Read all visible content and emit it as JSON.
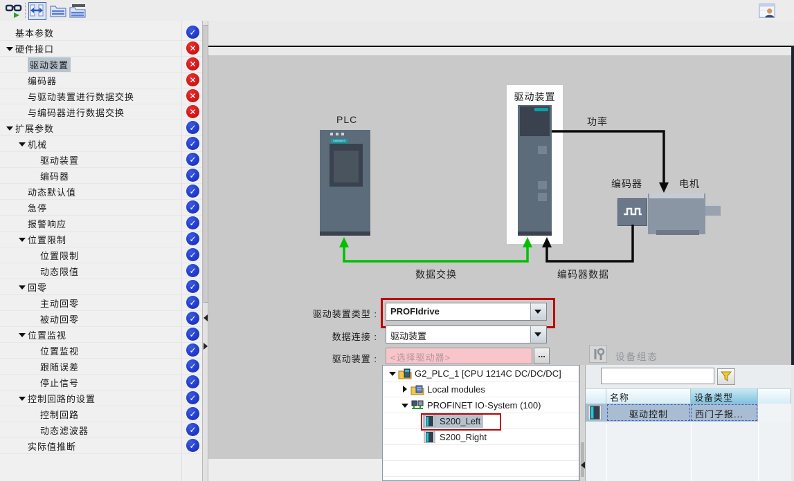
{
  "toolbar": {
    "icons": [
      "monitoring-glasses-icon",
      "split-view-icon",
      "open-folder-icon",
      "open-all-folder-icon"
    ],
    "user_icon": "user-window-icon"
  },
  "sidebar": {
    "items": [
      {
        "label": "基本参数",
        "level": 0,
        "arrow": null,
        "status": "ok",
        "selected": false
      },
      {
        "label": "硬件接口",
        "level": 0,
        "arrow": "down",
        "status": "error",
        "selected": false
      },
      {
        "label": "驱动装置",
        "level": 1,
        "arrow": null,
        "status": "error",
        "selected": true
      },
      {
        "label": "编码器",
        "level": 1,
        "arrow": null,
        "status": "error",
        "selected": false
      },
      {
        "label": "与驱动装置进行数据交换",
        "level": 1,
        "arrow": null,
        "status": "error",
        "selected": false
      },
      {
        "label": "与编码器进行数据交换",
        "level": 1,
        "arrow": null,
        "status": "error",
        "selected": false
      },
      {
        "label": "扩展参数",
        "level": 0,
        "arrow": "down",
        "status": "ok",
        "selected": false
      },
      {
        "label": "机械",
        "level": 1,
        "arrow": "down",
        "status": "ok",
        "selected": false
      },
      {
        "label": "驱动装置",
        "level": 2,
        "arrow": null,
        "status": "ok",
        "selected": false
      },
      {
        "label": "编码器",
        "level": 2,
        "arrow": null,
        "status": "ok",
        "selected": false
      },
      {
        "label": "动态默认值",
        "level": 1,
        "arrow": null,
        "status": "ok",
        "selected": false
      },
      {
        "label": "急停",
        "level": 1,
        "arrow": null,
        "status": "ok",
        "selected": false
      },
      {
        "label": "报警响应",
        "level": 1,
        "arrow": null,
        "status": "ok",
        "selected": false
      },
      {
        "label": "位置限制",
        "level": 1,
        "arrow": "down",
        "status": "ok",
        "selected": false
      },
      {
        "label": "位置限制",
        "level": 2,
        "arrow": null,
        "status": "ok",
        "selected": false
      },
      {
        "label": "动态限值",
        "level": 2,
        "arrow": null,
        "status": "ok",
        "selected": false
      },
      {
        "label": "回零",
        "level": 1,
        "arrow": "down",
        "status": "ok",
        "selected": false
      },
      {
        "label": "主动回零",
        "level": 2,
        "arrow": null,
        "status": "ok",
        "selected": false
      },
      {
        "label": "被动回零",
        "level": 2,
        "arrow": null,
        "status": "ok",
        "selected": false
      },
      {
        "label": "位置监视",
        "level": 1,
        "arrow": "down",
        "status": "ok",
        "selected": false
      },
      {
        "label": "位置监视",
        "level": 2,
        "arrow": null,
        "status": "ok",
        "selected": false
      },
      {
        "label": "跟随误差",
        "level": 2,
        "arrow": null,
        "status": "ok",
        "selected": false
      },
      {
        "label": "停止信号",
        "level": 2,
        "arrow": null,
        "status": "ok",
        "selected": false
      },
      {
        "label": "控制回路的设置",
        "level": 1,
        "arrow": "down",
        "status": "ok",
        "selected": false
      },
      {
        "label": "控制回路",
        "level": 2,
        "arrow": null,
        "status": "ok",
        "selected": false
      },
      {
        "label": "动态滤波器",
        "level": 2,
        "arrow": null,
        "status": "ok",
        "selected": false
      },
      {
        "label": "实际值推断",
        "level": 1,
        "arrow": null,
        "status": "ok",
        "selected": false
      }
    ]
  },
  "diagram": {
    "plc_label": "PLC",
    "drive_label": "驱动装置",
    "power_label": "功率",
    "encoder_label": "编码器",
    "motor_label": "电机",
    "data_exchange_label": "数据交换",
    "encoder_data_label": "编码器数据",
    "siemens_brand": "SIEMENS"
  },
  "form": {
    "rows": [
      {
        "label": "驱动装置类型 :",
        "value": "PROFIdrive",
        "type": "dropdown",
        "highlighted": true
      },
      {
        "label": "数据连接 :",
        "value": "驱动装置",
        "type": "dropdown",
        "highlighted": false
      },
      {
        "label": "驱动装置 :",
        "value": "<选择驱动器>",
        "type": "picker",
        "browse_label": "...",
        "highlighted": false
      }
    ]
  },
  "tree_popup": {
    "items": [
      {
        "label": "G2_PLC_1 [CPU 1214C DC/DC/DC]",
        "level": 0,
        "arrow": "down",
        "icon": "plc-station-icon",
        "selected": false
      },
      {
        "label": "Local modules",
        "level": 1,
        "arrow": "right",
        "icon": "modules-folder-icon",
        "selected": false
      },
      {
        "label": "PROFINET IO-System (100)",
        "level": 1,
        "arrow": "down",
        "icon": "io-system-icon",
        "selected": false
      },
      {
        "label": "S200_Left",
        "level": 2,
        "arrow": null,
        "icon": "drive-device-icon",
        "selected": true,
        "highlighted": true
      },
      {
        "label": "S200_Right",
        "level": 2,
        "arrow": null,
        "icon": "drive-device-icon",
        "selected": false
      }
    ]
  },
  "right_panel": {
    "device_config_label": "设备组态",
    "filter_value": "",
    "table": {
      "columns": [
        "名称",
        "设备类型"
      ],
      "rows": [
        {
          "name": "驱动控制",
          "device_type": "西门子报...",
          "selected": true
        }
      ]
    }
  },
  "colors": {
    "highlight_red": "#C00000",
    "connection_green": "#00C000",
    "status_ok_blue": "#1028B8",
    "status_error_red": "#C00808",
    "selection_blue": "#A8BCD2",
    "sidebar_selection": "#B6C3CD",
    "canvas_gray": "#C9C9C9"
  }
}
